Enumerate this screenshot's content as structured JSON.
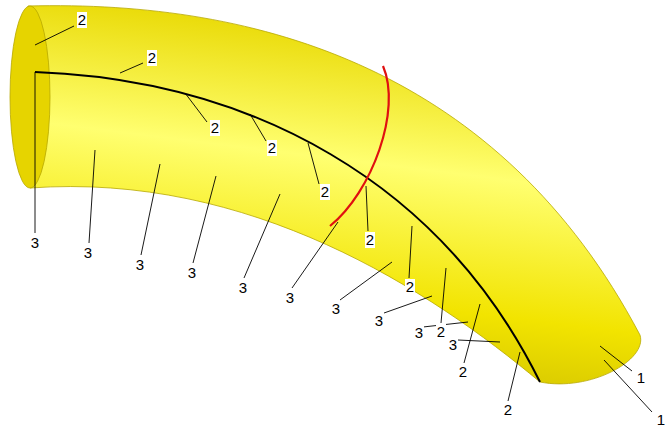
{
  "diagram": {
    "labels": [
      "2",
      "2",
      "2",
      "2",
      "2",
      "2",
      "2",
      "2",
      "2",
      "2",
      "3",
      "3",
      "3",
      "3",
      "3",
      "3",
      "3",
      "3",
      "3",
      "3",
      "1",
      "1"
    ]
  }
}
